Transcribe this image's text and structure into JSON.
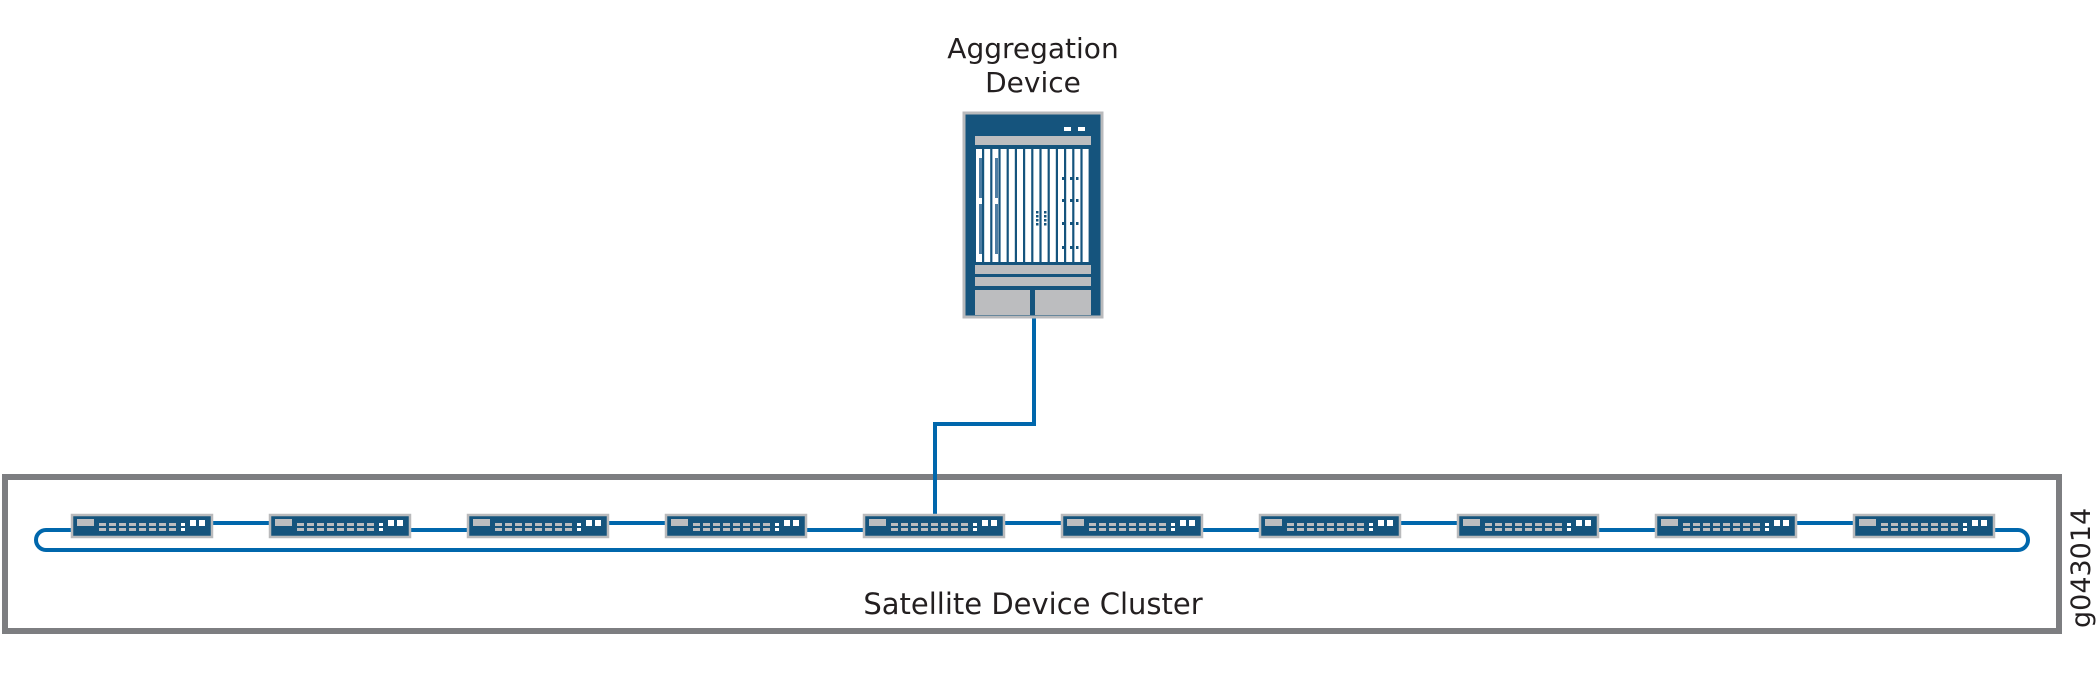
{
  "aggregation_device": {
    "label_line1": "Aggregation",
    "label_line2": "Device",
    "icon": "chassis-router-icon"
  },
  "satellite_cluster": {
    "label": "Satellite Device Cluster",
    "device_count": 10,
    "device_icon": "switch-icon",
    "uplink_device_index": 4,
    "topology": "ring"
  },
  "figure_id": "g043014",
  "colors": {
    "chassis_fill": "#15547d",
    "chassis_border": "#b9babc",
    "module_gray": "#bcbdbf",
    "link_blue": "#0067ac",
    "cluster_border": "#7d7e81",
    "text": "#231f20"
  }
}
